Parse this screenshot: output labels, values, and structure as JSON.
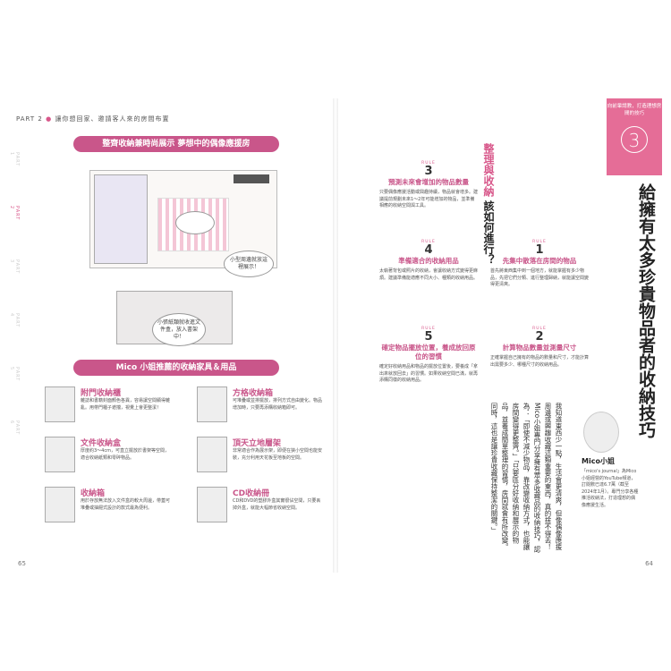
{
  "left_page": {
    "header_part": "PART 2",
    "header_bullet": "●",
    "header_title": "讓你想回家、邀請客人來的房間布置",
    "side_tabs": [
      "PART 1",
      "PART 2",
      "PART 3",
      "PART 4",
      "PART 5",
      "PART 6"
    ],
    "banner_top": "整齊收納兼時尚展示 夢想中的偶像應援房",
    "callout_1": "小型周邊就放這裡展示！",
    "callout_2": "小張紙類就收進文件盒，放入書架中！",
    "banner_bottom": "Mico 小姐推薦的收納家具＆用品",
    "products": [
      {
        "title": "附門收納櫃",
        "desc": "雜誌和書籍封面顏色各異，容易讓空間顯得雜亂。用帶門櫃子遮擋，視覺上會更整潔！"
      },
      {
        "title": "方格收納箱",
        "desc": "可堆疊或並排擺放，排列方式自由變化。物品增加時，只要再添購收納箱即可。"
      },
      {
        "title": "文件收納盒",
        "desc": "厚度約3～4cm，可直立擺放於書架等空間，適合收納紙類和零碎物品。"
      },
      {
        "title": "頂天立地層架",
        "desc": "非常適合作為展示架，即便在狹小空間也能安裝，充分利用天花板至地板的空間。"
      },
      {
        "title": "收納箱",
        "desc": "用於存放無法放入文件盒的較大周邊，帶蓋可堆疊或抽屜式設計的款式最為便利。"
      },
      {
        "title": "CD收納冊",
        "desc": "CD和DVD的塑膠外盒其實很佔空間，只要丟掉外盒，就能大幅節省收納空間。"
      }
    ],
    "page_number": "65"
  },
  "right_page": {
    "pink_box_text": "向前輩請教，打造理想房間的技巧",
    "pink_box_number": "3",
    "main_title": "給擁有太多珍貴物品者的收納技巧",
    "sub_title_pink": "整理與收納",
    "sub_title_dark": "該如何進行？",
    "rules": [
      {
        "label": "RULE",
        "num": "3",
        "title": "預測未來會增加的物品數量",
        "desc": "只要偶像應援活動或興趣持續，物品就會增多。建議提前規劃未來1～2年可能增加的物品，並準備相應的收納空間與工具。"
      },
      {
        "label": "RULE",
        "num": "4",
        "title": "準備適合的收納用品",
        "desc": "太執著背包或照片的收納，會讓收納方式變得更麻煩。建議準備能適應不同大小、種類的收納用品。"
      },
      {
        "label": "RULE",
        "num": "1",
        "title": "先集中散落在房間的物品",
        "desc": "首先將東西集中到一個地方，就能掌握有多少物品，先把它們分類、進行整理歸納，就能讓空間變得更清爽。"
      },
      {
        "label": "RULE",
        "num": "5",
        "title": "確定物品擺放位置，養成放回原位的習慣",
        "desc": "確定好收納用品和物品的擺放位置後，要養成「拿出來就放回去」的習慣。如果收納空間已滿，就再添購同樣的收納用品。"
      },
      {
        "label": "RULE",
        "num": "2",
        "title": "計算物品數量並測量尺寸",
        "desc": "正確掌握自己擁有的物品的數量和尺寸，才能計算出需要多少、哪種尺寸的收納用品。"
      }
    ],
    "body_text": "我知道東西少一點，生活會更清爽，但像偶像應援周邊或興趣收藏這類重要的東西，真的捨不得丟！Mico小姐專門分享擁有眾多收藏品的收納技巧，認為：「即使不減少物品，靠改變收納方式，也能讓房間變得更整齊。」「只要區分好收納和展示的物品，並養成簡單整理的習慣，房間就會有所改變。同時，這也是讓珍貴收藏保持整潔的關鍵。」",
    "mico_name": "Mico小姐",
    "mico_desc": "「mico's journal」為Mico小姐經營的YouTube頻道，訂閱數已達6.7萬（截至2024年1月）。專門分享各種推活收納法，打造理想的偶像應援生活。",
    "page_number": "64"
  }
}
